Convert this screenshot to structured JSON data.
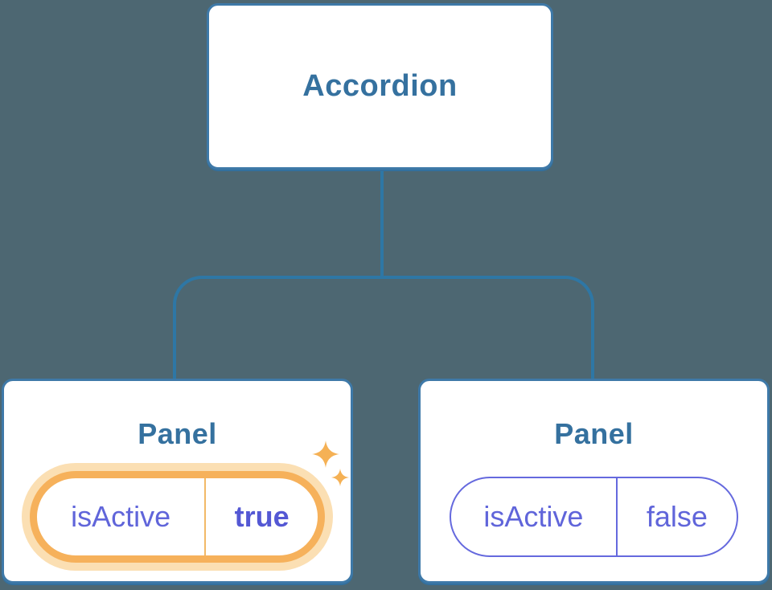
{
  "diagram": {
    "title_hint": "component state tree",
    "root": {
      "label": "Accordion"
    },
    "panels": [
      {
        "label": "Panel",
        "state_name": "isActive",
        "state_value": "true",
        "highlighted": true,
        "decoration": "sparkle-icons"
      },
      {
        "label": "Panel",
        "state_name": "isActive",
        "state_value": "false",
        "highlighted": false,
        "decoration": "none"
      }
    ]
  },
  "icons": [
    {
      "name": "sparkle-icon-large",
      "shape": "four-point-star",
      "color": "#F5B155"
    },
    {
      "name": "sparkle-icon-small",
      "shape": "four-point-star",
      "color": "#F5B155"
    }
  ],
  "colors": {
    "background": "#4D6772",
    "node_fill": "#FFFFFF",
    "node_border": "#3E79A8",
    "node_shadow": "#33709E",
    "connector": "#2E77A5",
    "heading_text": "#35719F",
    "state_text": "#6065DA",
    "state_value_active_text": "#5458D4",
    "inactive_pill_border": "#6569DE",
    "active_pill_border": "#F6B15B",
    "active_pill_halo": "#FBDFB3",
    "active_pill_divider": "#F2B967",
    "sparkle": "#F5B155"
  }
}
